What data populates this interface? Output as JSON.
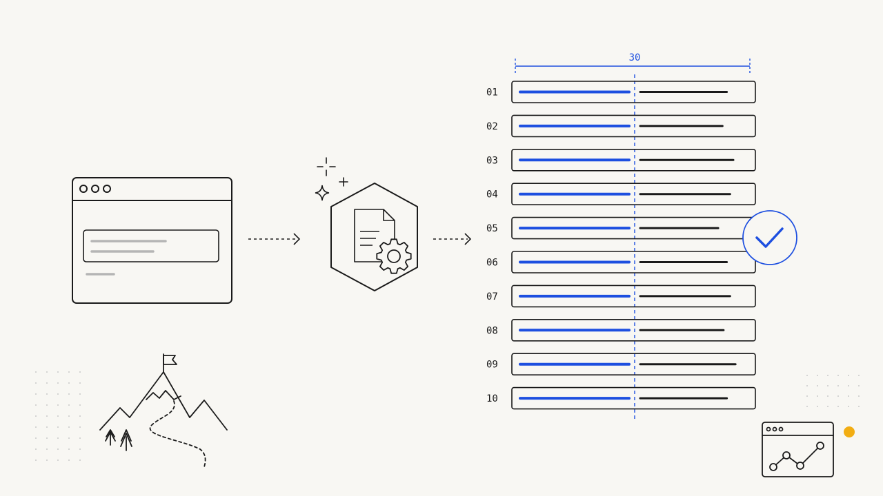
{
  "pipeline": {
    "dimension_label": "30",
    "rows": [
      {
        "label": "01",
        "right_fill": 0.8
      },
      {
        "label": "02",
        "right_fill": 0.76
      },
      {
        "label": "03",
        "right_fill": 0.86
      },
      {
        "label": "04",
        "right_fill": 0.83
      },
      {
        "label": "05",
        "right_fill": 0.72
      },
      {
        "label": "06",
        "right_fill": 0.8
      },
      {
        "label": "07",
        "right_fill": 0.83
      },
      {
        "label": "08",
        "right_fill": 0.77
      },
      {
        "label": "09",
        "right_fill": 0.88
      },
      {
        "label": "10",
        "right_fill": 0.8
      }
    ],
    "selected_row": "05"
  },
  "icons": {
    "source": "browser-window-icon",
    "processor": "document-gear-icon",
    "goal": "mountain-flag-icon",
    "analytics": "browser-chart-icon",
    "check": "checkmark-icon"
  },
  "colors": {
    "background": "#f8f7f3",
    "stroke": "#1a1a1a",
    "accent_blue": "#1d4fe0",
    "accent_yellow": "#f2ad12",
    "muted_gray": "#b5b5b5",
    "dot_gray": "#c9c9c9"
  }
}
